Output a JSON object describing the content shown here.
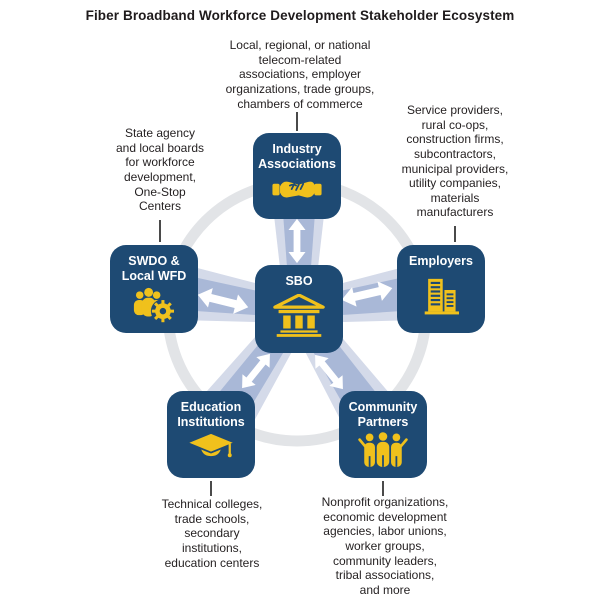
{
  "title": "Fiber Broadband Workforce Development Stakeholder Ecosystem",
  "colors": {
    "node_background": "#1e4a73",
    "icon_yellow": "#f0c11c",
    "node_label": "#ffffff",
    "spoke_blue": "#a9b8d7",
    "spoke_pale": "#d4dae9",
    "ring_gray": "#e2e4e7",
    "arrow_white": "#ffffff",
    "body_text": "#231f20"
  },
  "center": {
    "label": "SBO",
    "icon": "bank-icon"
  },
  "nodes": [
    {
      "id": "industry-associations",
      "label": "Industry\nAssociations",
      "icon": "handshake-icon",
      "description": "Local, regional, or national\ntelecom-related\nassociations, employer\norganizations, trade groups,\nchambers of commerce"
    },
    {
      "id": "swdo-local-wfd",
      "label": "SWDO &\nLocal WFD",
      "icon": "people-gear-icon",
      "description": "State agency\nand local boards\nfor workforce\ndevelopment,\nOne-Stop\nCenters"
    },
    {
      "id": "employers",
      "label": "Employers",
      "icon": "buildings-icon",
      "description": "Service providers,\nrural co-ops,\nconstruction firms,\nsubcontractors,\nmunicipal providers,\nutility companies,\nmaterials\nmanufacturers"
    },
    {
      "id": "education-institutions",
      "label": "Education\nInstitutions",
      "icon": "graduation-cap-icon",
      "description": "Technical colleges,\ntrade schools,\nsecondary\ninstitutions,\neducation centers"
    },
    {
      "id": "community-partners",
      "label": "Community\nPartners",
      "icon": "people-group-icon",
      "description": "Nonprofit organizations,\neconomic development\nagencies, labor unions,\nworker groups,\ncommunity leaders,\ntribal associations,\nand more"
    }
  ]
}
